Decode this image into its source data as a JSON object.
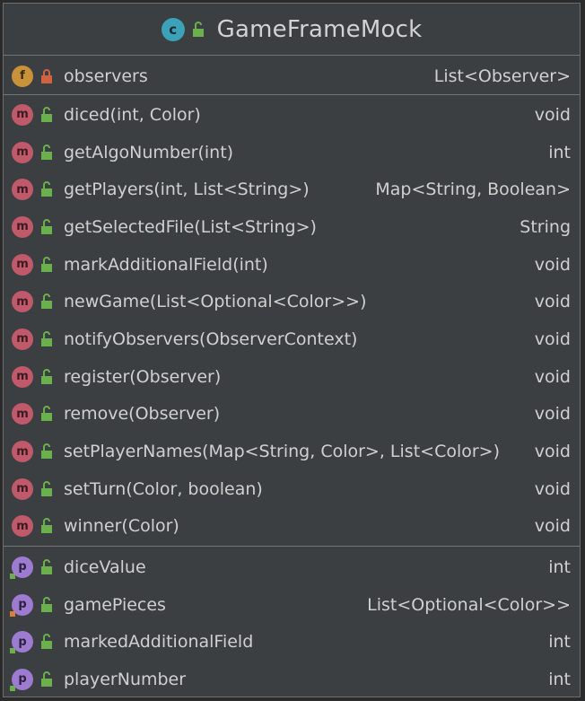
{
  "header": {
    "title": "GameFrameMock",
    "badge_letter": "c",
    "class_icon": "class-icon"
  },
  "fields": [
    {
      "name": "observers",
      "type": "List<Observer>",
      "badge": "f",
      "visibility": "private"
    }
  ],
  "methods": [
    {
      "name": "diced(int, Color)",
      "type": "void",
      "badge": "m"
    },
    {
      "name": "getAlgoNumber(int)",
      "type": "int",
      "badge": "m"
    },
    {
      "name": "getPlayers(int, List<String>)",
      "type": "Map<String, Boolean>",
      "badge": "m"
    },
    {
      "name": "getSelectedFile(List<String>)",
      "type": "String",
      "badge": "m"
    },
    {
      "name": "markAdditionalField(int)",
      "type": "void",
      "badge": "m"
    },
    {
      "name": "newGame(List<Optional<Color>>)",
      "type": "void",
      "badge": "m"
    },
    {
      "name": "notifyObservers(ObserverContext)",
      "type": "void",
      "badge": "m"
    },
    {
      "name": "register(Observer)",
      "type": "void",
      "badge": "m"
    },
    {
      "name": "remove(Observer)",
      "type": "void",
      "badge": "m"
    },
    {
      "name": "setPlayerNames(Map<String, Color>, List<Color>)",
      "type": "void",
      "badge": "m"
    },
    {
      "name": "setTurn(Color, boolean)",
      "type": "void",
      "badge": "m"
    },
    {
      "name": "winner(Color)",
      "type": "void",
      "badge": "m"
    }
  ],
  "properties": [
    {
      "name": "diceValue",
      "type": "int",
      "badge": "p",
      "accessor": "getter"
    },
    {
      "name": "gamePieces",
      "type": "List<Optional<Color>>",
      "badge": "p",
      "accessor": "setter"
    },
    {
      "name": "markedAdditionalField",
      "type": "int",
      "badge": "p",
      "accessor": "getter"
    },
    {
      "name": "playerNumber",
      "type": "int",
      "badge": "p",
      "accessor": "getter"
    }
  ],
  "colors": {
    "panel_bg": "#3c3f41",
    "class_icon": "#3ba2b7",
    "field_badge": "#c7923a",
    "method_badge": "#c05a6b",
    "property_badge": "#9c7bd0",
    "public_lock": "#6ab04c",
    "private_lock": "#d0633f",
    "getter_mark": "#6ab04c",
    "setter_mark": "#e07b39"
  }
}
